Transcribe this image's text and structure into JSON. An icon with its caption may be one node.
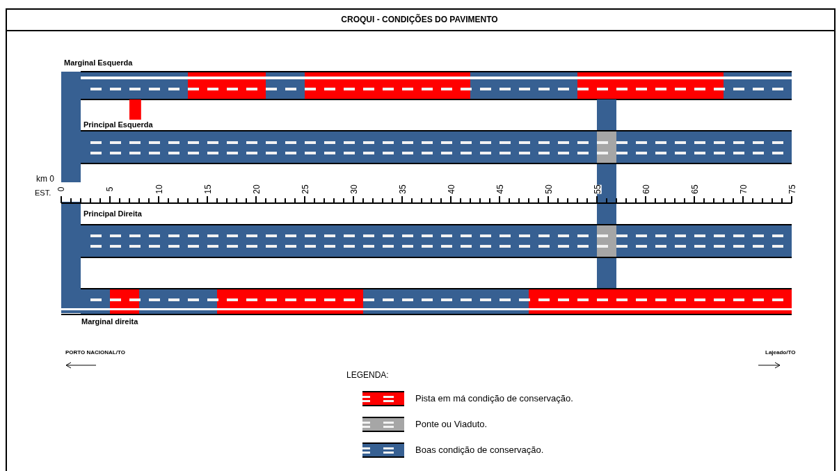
{
  "diagram": {
    "title": "CROQUI - CONDIÇÕES DO PAVIMENTO",
    "labels": [
      "Marginal Esquerda",
      "Principal Esquerda",
      "km 0",
      "EST.",
      "0",
      "5",
      "10",
      "15",
      "20",
      "25",
      "30",
      "35",
      "40",
      "45",
      "50",
      "55",
      "60",
      "65",
      "70",
      "75",
      "Principal Direita",
      "Marginal direita",
      "PORTO NACIONAL/TO",
      "Lajeado/TO",
      "LEGENDA:"
    ],
    "legend": [
      {
        "text": "Pista em má condição de conservação.",
        "color": "#ff0000"
      },
      {
        "text": "Ponte ou Viaduto.",
        "color": "#a6a6a6"
      },
      {
        "text": "Boas condição de conservação.",
        "color": "#376092"
      }
    ]
  }
}
